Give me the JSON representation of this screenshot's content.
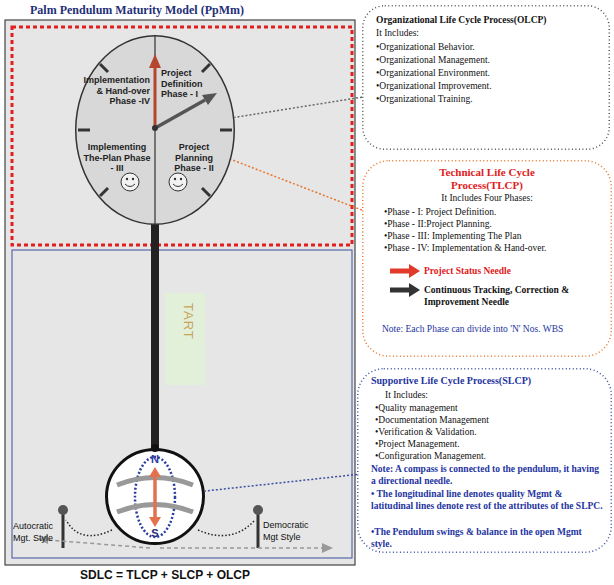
{
  "diagram": {
    "title": "Palm Pendulum Maturity Model (PpMm)",
    "nodes": [
      {
        "text": [
          "Implementation & Hand-over Phase -IV",
          "Project Definition Phase - I",
          "Implementing The-Plan Phase - III",
          "Project Planning Phase - II"
        ]
      },
      {
        "text": [
          "TART"
        ]
      },
      {
        "text": [
          "N",
          "S"
        ]
      },
      {
        "text": [
          "Organizational Life Cycle Process(OLCP)",
          "It Includes:",
          "•Organizational Behavior.",
          "•Organizational Management.",
          "•Organizational Environment.",
          "•Organizational Improvement.",
          "•Organizational Training."
        ]
      },
      {
        "text": [
          "Technical Life Cycle Process(TLCP)",
          "It Includes Four Phases:",
          "•Phase - I: Project Definition.",
          "•Phase - II:Project Planning.",
          "•Phase - III: Implementing The Plan",
          "•Phase - IV: Implementation & Hand-over.",
          "Note: Each Phase can divide into 'N' Nos. WBS"
        ]
      },
      {
        "text": [
          "Supportive Life Cycle Process(SLCP)",
          "It Includes:",
          "•Quality management",
          "•Documentation Management",
          "•Verification & Validation.",
          "•Project Management.",
          "•Configuration Management.",
          "Note: A compass is connected to the pendulum, it having a directional needle.",
          "• The longitudinal line denotes quality Mgmt & latitudinal lines denote rest of the attributes of the SLPC.",
          "•The Pendulum swings & balance in the open Mgmt style."
        ]
      }
    ],
    "edges": [
      {
        "from": 3,
        "to": 0,
        "arrow": "none"
      },
      {
        "from": 4,
        "to": 0,
        "arrow": "none"
      },
      {
        "from": 5,
        "to": 2,
        "arrow": "none"
      }
    ],
    "labels": [
      "Autocratic Mgt. Style",
      "Democratic Mgt Style",
      "SDLC = TLCP + SLCP + OLCP"
    ],
    "legend": [
      {
        "text": "Project Status Needle"
      },
      {
        "text": "Continuous Tracking, Correction & Improvement Needle"
      }
    ]
  }
}
